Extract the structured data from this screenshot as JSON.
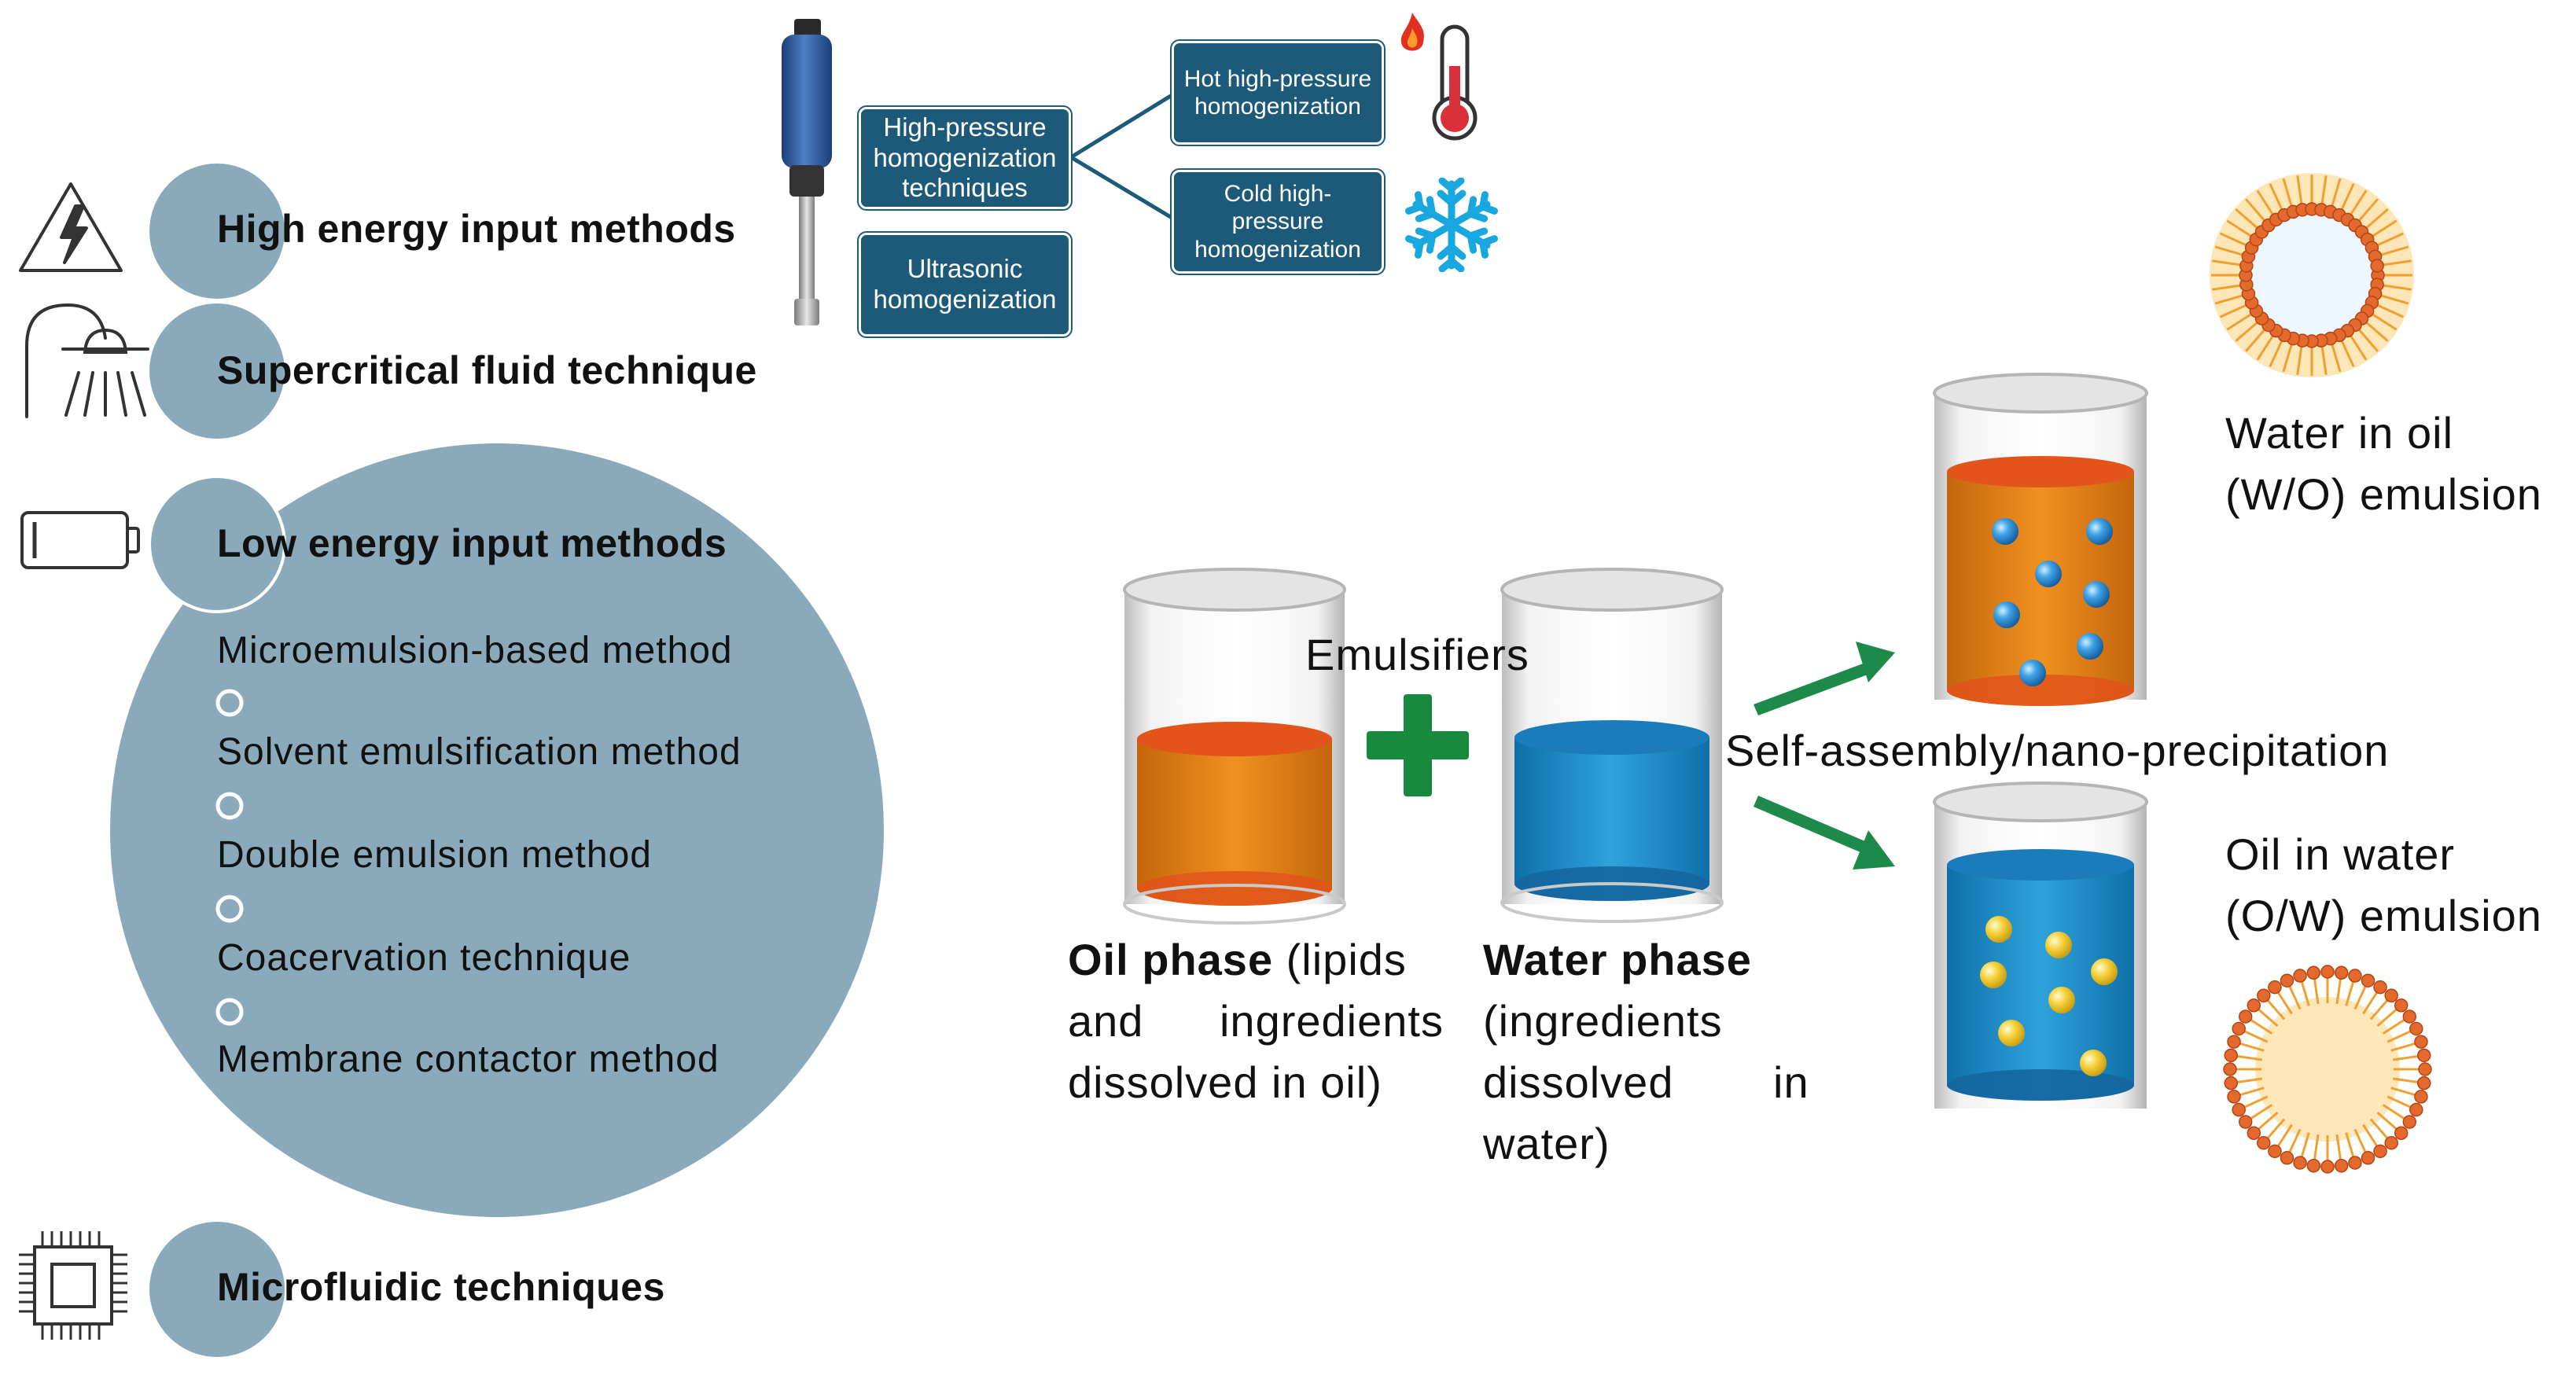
{
  "methods": {
    "high_energy": "High energy input methods",
    "supercritical": "Supercritical fluid technique",
    "low_energy": "Low energy input methods",
    "microfluidic": "Microfluidic techniques"
  },
  "low_energy_items": [
    "Microemulsion-based method",
    "Solvent emulsification method",
    "Double emulsion method",
    "Coacervation technique",
    "Membrane contactor method"
  ],
  "homogenization": {
    "hph": "High-pressure homogenization techniques",
    "ultrasonic": "Ultrasonic homogenization",
    "hot": "Hot high-pressure homogenization",
    "cold": "Cold high-pressure homogenization"
  },
  "emulsion": {
    "emulsifiers": "Emulsifiers",
    "self_assembly": "Self-assembly/nano-precipitation",
    "oil_phase_bold": "Oil phase",
    "oil_phase_rest_1": " (lipids",
    "oil_phase_rest_2": "and ingredients",
    "oil_phase_rest_3": "dissolved in oil)",
    "water_phase_bold": "Water phase",
    "water_phase_rest_1": "(ingredients",
    "water_phase_rest_2": "dissolved in",
    "water_phase_rest_3": "water)",
    "wo_line1": "Water in oil",
    "wo_line2": "(W/O) emulsion",
    "ow_line1": "Oil in water",
    "ow_line2": "(O/W) emulsion"
  },
  "colors": {
    "circle": "#8aaabb",
    "box": "#1d5a7a",
    "oil": "#d9781f",
    "water": "#1f8ec4",
    "arrow": "#1d8a4a",
    "plus": "#178a3e"
  }
}
